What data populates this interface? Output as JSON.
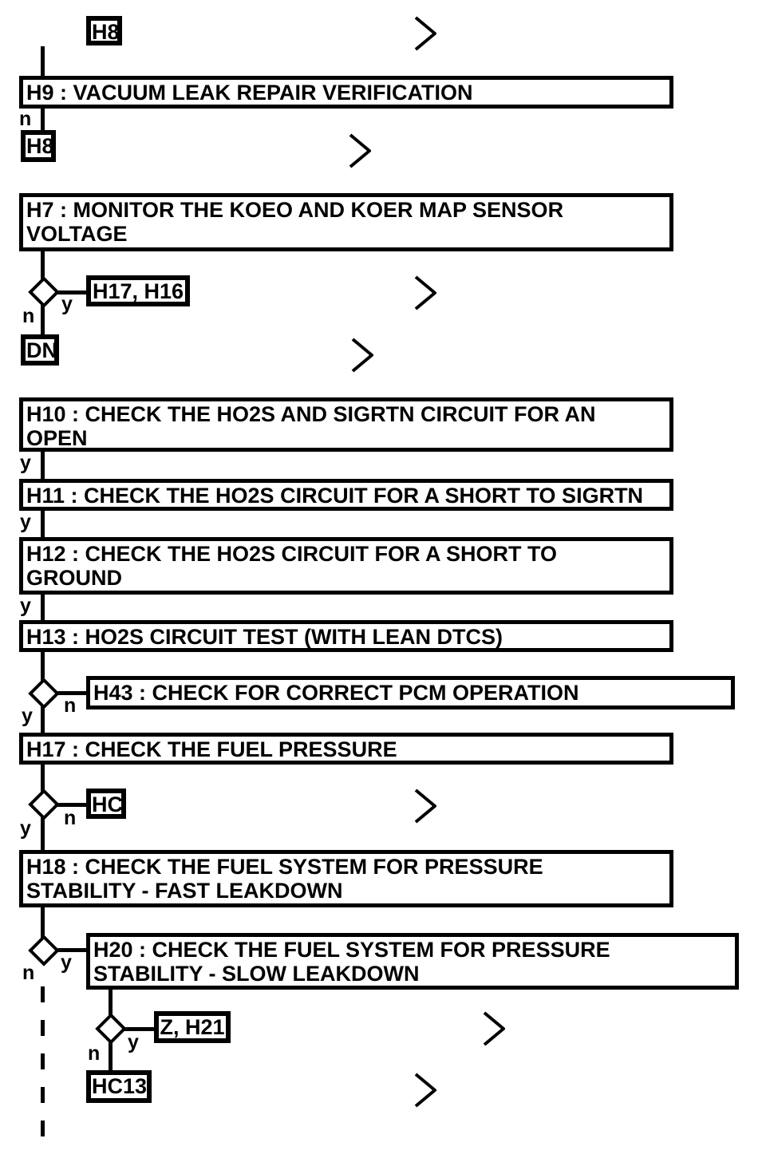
{
  "flowchart": {
    "steps": {
      "h8_top": "H8",
      "h9": "H9 : VACUUM LEAK REPAIR VERIFICATION",
      "h8_side": "H8",
      "h7": "H7 : MONITOR THE KOEO AND KOER MAP SENSOR\nVOLTAGE",
      "h17_h16": "H17, H16",
      "dn": "DN",
      "h10": "H10 : CHECK THE HO2S AND SIGRTN CIRCUIT FOR AN\nOPEN",
      "h11": "H11 : CHECK THE HO2S CIRCUIT FOR A SHORT TO SIGRTN",
      "h12": "H12 : CHECK THE HO2S CIRCUIT FOR A SHORT TO\nGROUND",
      "h13": "H13 : HO2S CIRCUIT TEST (WITH LEAN DTCS)",
      "h43": "H43 : CHECK FOR CORRECT PCM OPERATION",
      "h17": "H17 : CHECK THE FUEL PRESSURE",
      "hc": "HC",
      "h18": "H18 : CHECK THE FUEL SYSTEM FOR PRESSURE\nSTABILITY - FAST LEAKDOWN",
      "h20": "H20 : CHECK THE FUEL SYSTEM FOR PRESSURE\nSTABILITY - SLOW LEAKDOWN",
      "z_h21": "Z, H21",
      "hc13": "HC13"
    },
    "branch_labels": {
      "yes": "y",
      "no": "n"
    },
    "icons": {
      "continuation": "chevron-right-icon"
    },
    "colors": {
      "line": "#000000",
      "background": "#ffffff"
    }
  }
}
